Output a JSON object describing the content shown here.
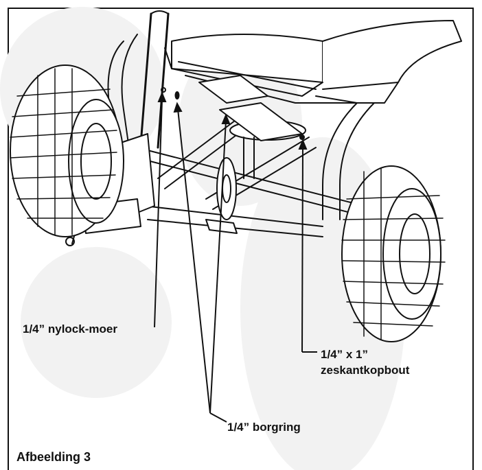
{
  "figure": {
    "caption": "Afbeelding 3"
  },
  "callouts": {
    "nylock_nut": "1/4” nylock-moer",
    "bolt_line1": "1/4” x 1”",
    "bolt_line2": "zeskantkopbout",
    "lock_washer": "1/4” borgring"
  },
  "colors": {
    "line": "#111111",
    "watermark": "#f1f1f1",
    "background": "#ffffff"
  }
}
